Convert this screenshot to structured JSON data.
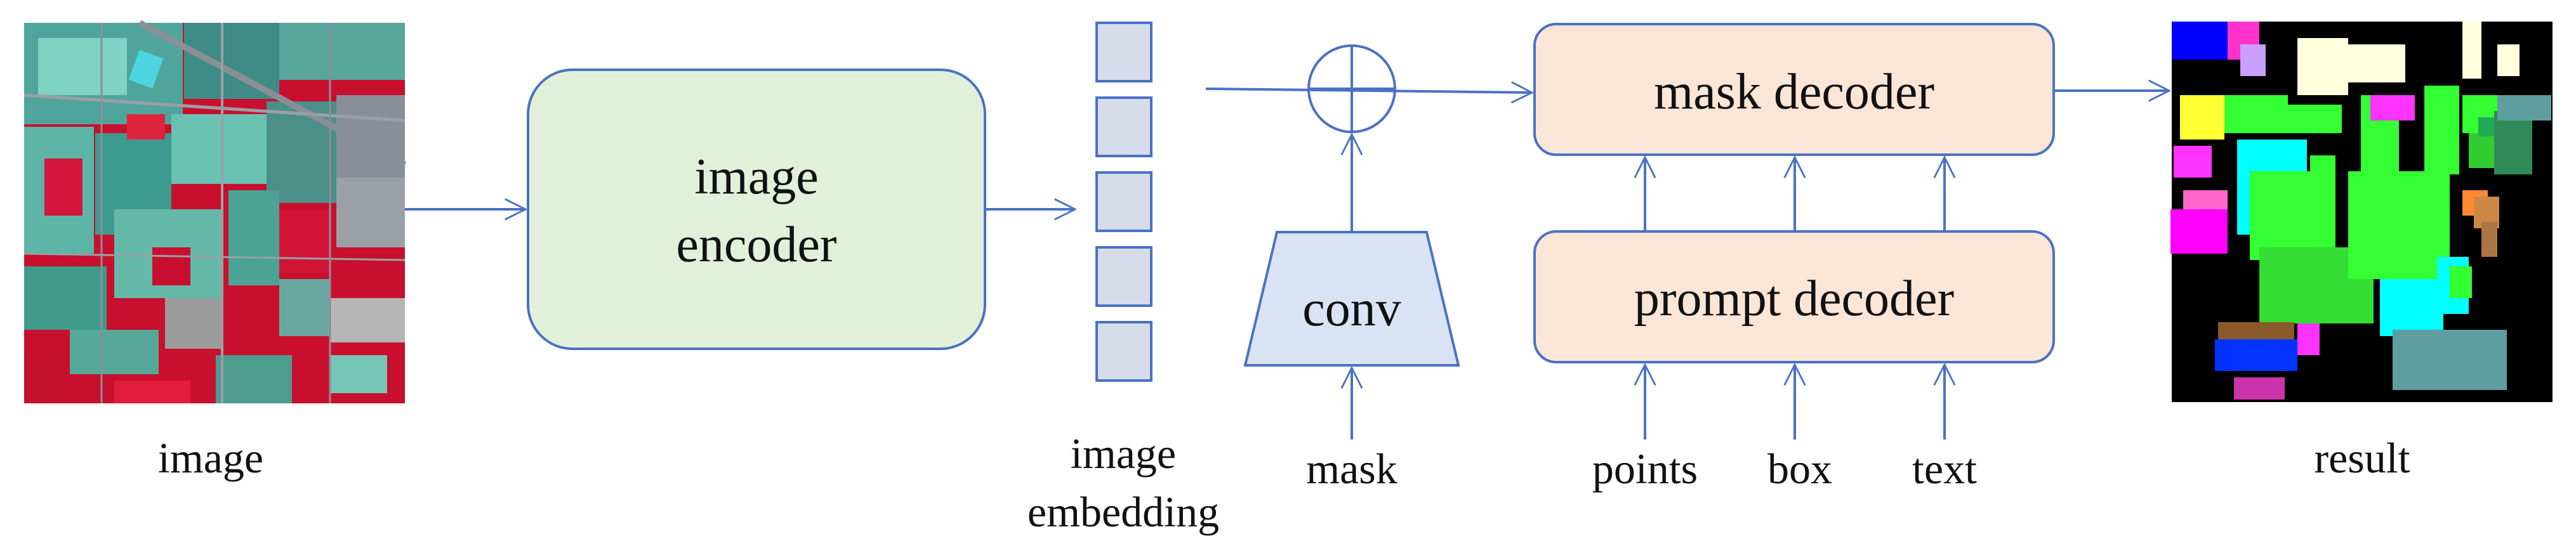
{
  "colors": {
    "arrow": "#4a72c4",
    "encoder_fill": "#e3f0d9",
    "decoder_fill": "#fbe5d6",
    "embedding_fill": "#d6dcea",
    "conv_fill": "#dae3f3",
    "text": "#111111"
  },
  "nodes": {
    "image_label": "image",
    "encoder_line1": "image",
    "encoder_line2": "encoder",
    "embedding_line1": "image",
    "embedding_line2": "embedding",
    "conv": "conv",
    "mask": "mask",
    "mask_decoder": "mask decoder",
    "prompt_decoder": "prompt decoder",
    "points": "points",
    "box": "box",
    "text": "text",
    "result": "result"
  },
  "icons": {
    "combine": "circled-plus-icon",
    "input_image": "false-color-satellite-image",
    "output_image": "segmentation-map-image"
  }
}
